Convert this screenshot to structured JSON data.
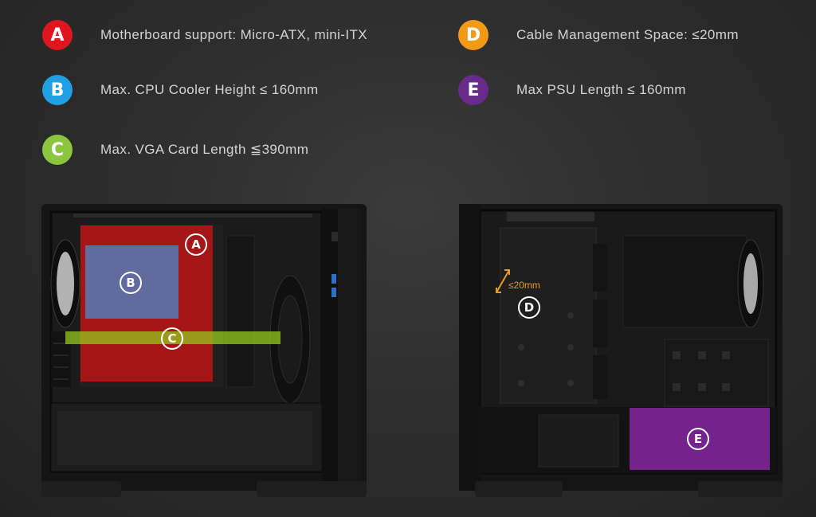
{
  "specs": [
    {
      "letter": "A",
      "text": "Motherboard support: Micro-ATX, mini-ITX",
      "color": "#e0161f"
    },
    {
      "letter": "B",
      "text": "Max. CPU Cooler Height ≤ 160mm",
      "color": "#1fa0e3"
    },
    {
      "letter": "C",
      "text": "Max. VGA Card Length ≦390mm",
      "color": "#8cc63e"
    },
    {
      "letter": "D",
      "text": "Cable Management Space: ≤20mm",
      "color": "#f29a16"
    },
    {
      "letter": "E",
      "text": "Max PSU Length  ≤ 160mm",
      "color": "#6a2a8c"
    }
  ],
  "left_case": {
    "markers": {
      "a": "A",
      "b": "B",
      "c": "C"
    },
    "icons": [
      "front-fan-icon",
      "rear-fan-icon",
      "front-io-ports-icon",
      "expansion-slots-icon"
    ]
  },
  "right_case": {
    "markers": {
      "d": "D",
      "e": "E"
    },
    "gap_label": "≤20mm",
    "icons": [
      "rear-fan-icon",
      "cable-tie-points-icon",
      "ssd-mount-icon"
    ]
  }
}
